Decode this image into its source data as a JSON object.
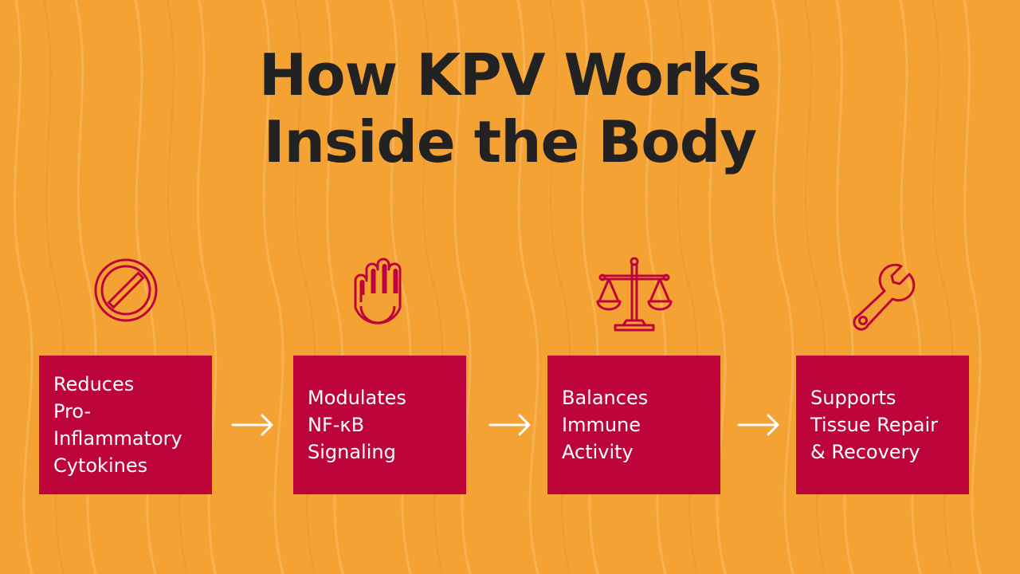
{
  "title": {
    "line1": "How KPV Works",
    "line2": "Inside the Body"
  },
  "colors": {
    "background": "#F4A233",
    "title_text": "#222222",
    "box_fill": "#BE053B",
    "box_text": "#FFFFFF",
    "icon_stroke": "#BE053B",
    "arrow": "#FFFFFF"
  },
  "steps": [
    {
      "icon": "prohibited-icon",
      "label": "Reduces\nPro-\nInflammatory\nCytokines"
    },
    {
      "icon": "raised-hand-icon",
      "label": "Modulates\nNF-κB\nSignaling"
    },
    {
      "icon": "balance-scale-icon",
      "label": "Balances\nImmune\nActivity"
    },
    {
      "icon": "wrench-icon",
      "label": "Supports\nTissue Repair\n& Recovery"
    }
  ],
  "connectors": [
    {
      "icon": "arrow-right-icon"
    },
    {
      "icon": "arrow-right-icon"
    },
    {
      "icon": "arrow-right-icon"
    }
  ]
}
